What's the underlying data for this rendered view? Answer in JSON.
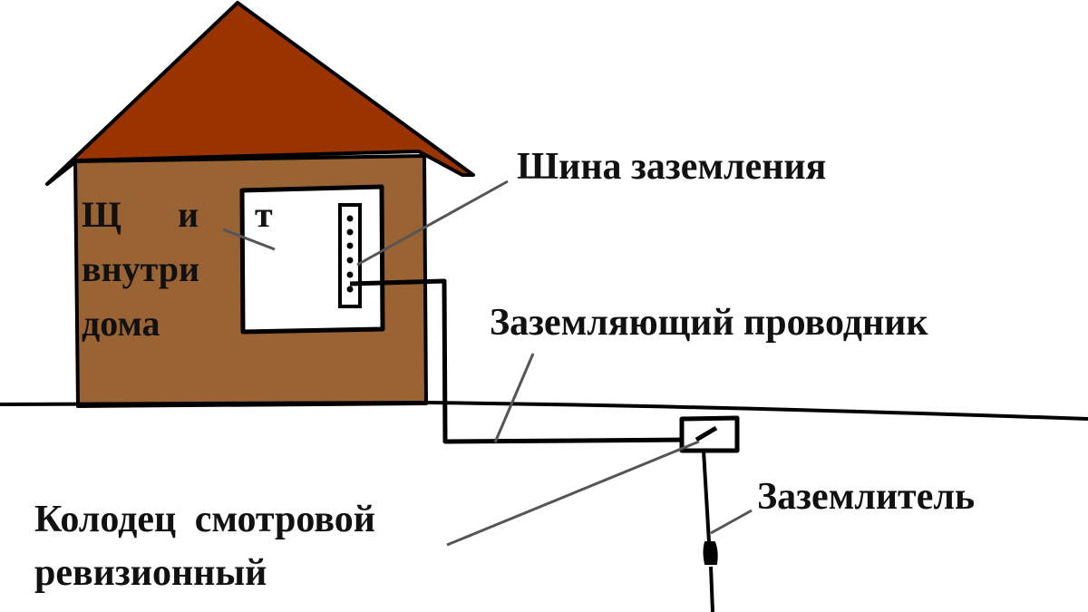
{
  "labels": {
    "grounding_bus": "Шина заземления",
    "grounding_conductor": "Заземляющий проводник",
    "grounding_electrode": "Заземлитель",
    "inspection_well_line1": "Колодец смотровой",
    "inspection_well_line2": "ревизионный",
    "panel_line1_letters": [
      "Щ",
      "и",
      "т"
    ],
    "panel_line2": "внутри",
    "panel_line3": "дома"
  },
  "colors": {
    "roof": "#993300",
    "walls": "#9a6334",
    "panel": "#ffffff",
    "outline": "#000000",
    "leader": "#555555",
    "background": "#ffffff"
  }
}
